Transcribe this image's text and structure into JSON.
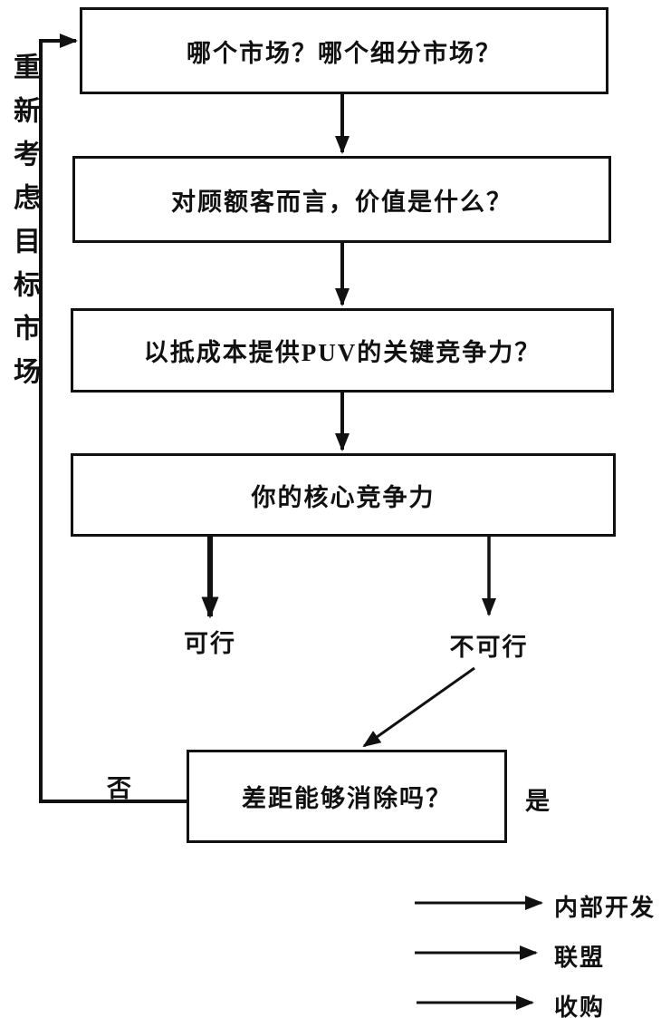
{
  "flowchart": {
    "boxes": {
      "box1": "哪个市场？哪个细分市场？",
      "box2": "对顾额客而言，价值是什么？",
      "box3": "以抵成本提供PUV的关键竞争力？",
      "box4": "你的核心竞争力",
      "box5": "差距能够消除吗？"
    },
    "labels": {
      "feasible": "可行",
      "not_feasible": "不可行",
      "no": "否",
      "yes": "是",
      "side_note": "重新考虑目标市场"
    },
    "legend": [
      {
        "label": "内部开发"
      },
      {
        "label": "联盟"
      },
      {
        "label": "收购"
      }
    ],
    "colors": {
      "ink": "#111111",
      "background": "#ffffff"
    }
  }
}
